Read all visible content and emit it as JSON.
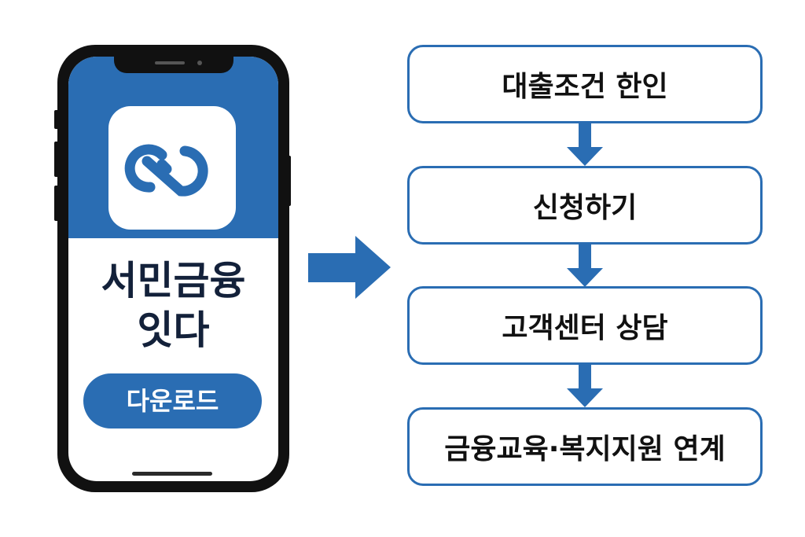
{
  "phone": {
    "app_icon": "infinity-link-icon",
    "app_name_line1": "서민금융",
    "app_name_line2": "잇다",
    "download_label": "다운로드"
  },
  "connector": "right-arrow-icon",
  "flow": {
    "steps": [
      {
        "label": "대출조건 한인"
      },
      {
        "label": "신청하기"
      },
      {
        "label": "고객센터 상담"
      },
      {
        "label": "금융교육·복지지원 연계"
      }
    ],
    "step_connector": "down-arrow-icon"
  },
  "colors": {
    "accent": "#2a6db3",
    "phone_frame": "#111111",
    "title_text": "#13213a"
  }
}
